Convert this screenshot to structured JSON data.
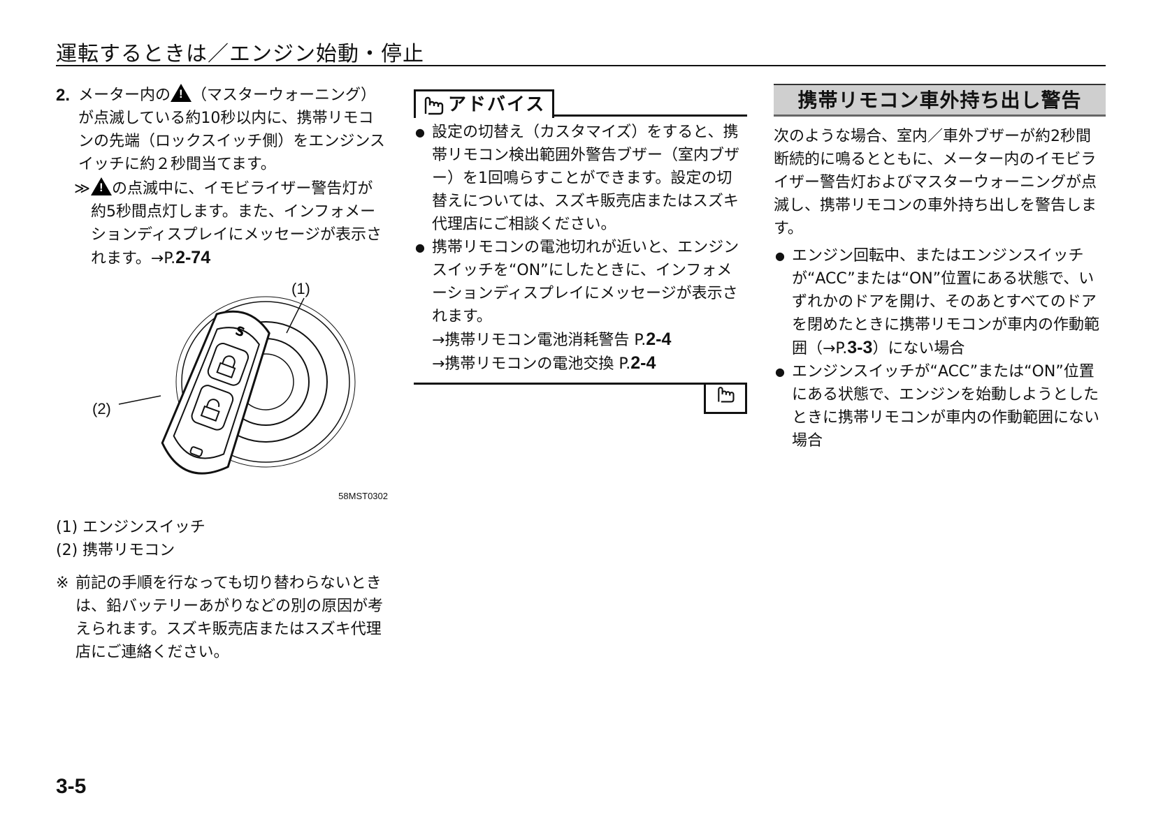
{
  "header": {
    "title": "運転するときは／エンジン始動・停止"
  },
  "step2": {
    "number": "2.",
    "text_a": "メーター内の",
    "text_b": "（マスターウォーニング）が点滅している約10秒以内に、携帯リモコンの先端（ロックスイッチ側）をエンジンスイッチに約２秒間当てます。",
    "note_mark": "≫",
    "note_text": "の点滅中に、イモビライザー警告灯が約5秒間点灯します。また、インフォメーションディスプレイにメッセージが表示されます。→P.",
    "note_ref": "2-74"
  },
  "figure": {
    "callout_1": "(1)",
    "callout_2": "(2)",
    "code": "58MST0302"
  },
  "legend": {
    "item_1": "(1) エンジンスイッチ",
    "item_2": "(2) 携帯リモコン"
  },
  "remark": {
    "mark": "※",
    "text": "前記の手順を行なっても切り替わらないときは、鉛バッテリーあがりなどの別の原因が考えられます。スズキ販売店またはスズキ代理店にご連絡ください。"
  },
  "advice": {
    "title": "アドバイス",
    "bullet_1": "設定の切替え（カスタマイズ）をすると、携帯リモコン検出範囲外警告ブザー（室内ブザー）を1回鳴らすことができます。設定の切替えについては、スズキ販売店またはスズキ代理店にご相談ください。",
    "bullet_2": "携帯リモコンの電池切れが近いと、エンジンスイッチを“ON”にしたときに、インフォメーションディスプレイにメッセージが表示されます。",
    "link_1_text": "→携帯リモコン電池消耗警告 P.",
    "link_1_ref": "2-4",
    "link_2_text": "→携帯リモコンの電池交換 P.",
    "link_2_ref": "2-4"
  },
  "warning_section": {
    "title": "携帯リモコン車外持ち出し警告",
    "intro": "次のような場合、室内／車外ブザーが約2秒間断続的に鳴るとともに、メーター内のイモビライザー警告灯およびマスターウォーニングが点滅し、携帯リモコンの車外持ち出しを警告します。",
    "bullet_1_a": "エンジン回転中、またはエンジンスイッチが“ACC”または“ON”位置にある状態で、いずれかのドアを開け、そのあとすべてのドアを閉めたときに携帯リモコンが車内の作動範囲（→P.",
    "bullet_1_ref": "3-3",
    "bullet_1_b": "）にない場合",
    "bullet_2": "エンジンスイッチが“ACC”または“ON”位置にある状態で、エンジンを始動しようとしたときに携帯リモコンが車内の作動範囲にない場合"
  },
  "page_number": "3-5"
}
